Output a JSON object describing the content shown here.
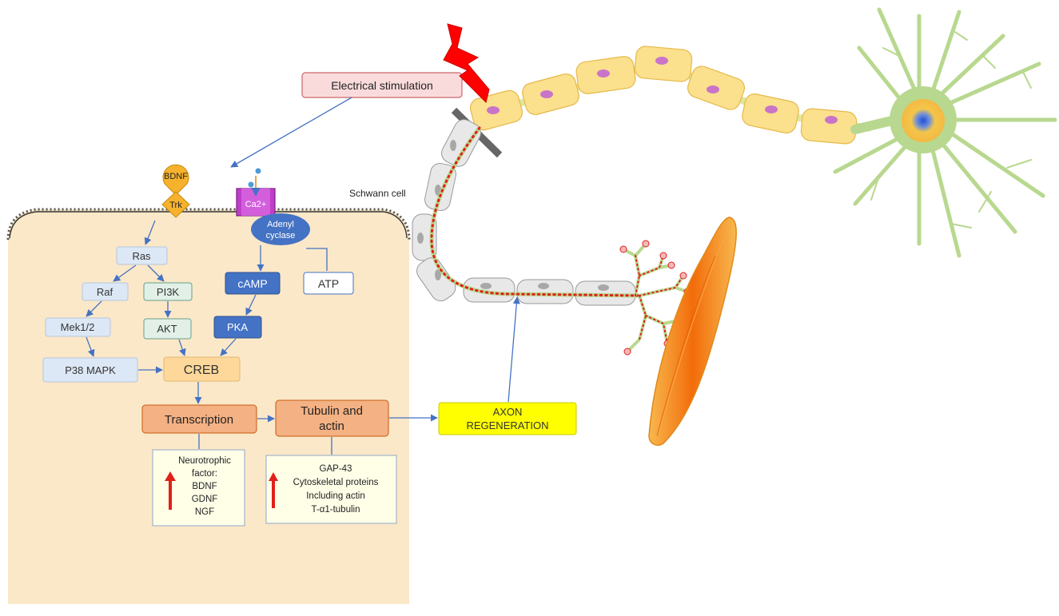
{
  "stimulus": {
    "label": "Electrical stimulation"
  },
  "membrane": {
    "bdnf": "BDNF",
    "trk": "Trk",
    "channel": "Ca2+",
    "adenyl_line1": "Adenyl",
    "adenyl_line2": "cyclase"
  },
  "schwann_label": "Schwann cell",
  "pathway": {
    "ras": "Ras",
    "raf": "Raf",
    "pi3k": "PI3K",
    "mek": "Mek1/2",
    "akt": "AKT",
    "p38": "P38 MAPK",
    "creb": "CREB",
    "camp": "cAMP",
    "atp": "ATP",
    "pka": "PKA",
    "transcription": "Transcription",
    "tubulin_line1": "Tubulin and",
    "tubulin_line2": "actin",
    "axon_line1": "AXON",
    "axon_line2": "REGENERATION"
  },
  "neurotrophic": {
    "line1": "Neurotrophic",
    "line2": "factor:",
    "items": [
      "BDNF",
      "GDNF",
      "NGF"
    ]
  },
  "cytoskeleton": {
    "lines": [
      "GAP-43",
      "Cytoskeletal proteins",
      "Including actin",
      "T-α1-tubulin"
    ]
  },
  "colors": {
    "cell_fill": "#fbe8c8",
    "light_blue": "#dde8f6",
    "light_green": "#e2f0e8",
    "dark_blue": "#4472c4",
    "salmon": "#f4b183",
    "creb": "#fdd89a",
    "yellow": "#ffff00",
    "myelin": "#fbe08e",
    "schwann_grey": "#e8e8e8",
    "neuron_green": "#a9d18e",
    "muscle": "#f79230",
    "arrow": "#4472c4",
    "red": "#e0201a"
  }
}
